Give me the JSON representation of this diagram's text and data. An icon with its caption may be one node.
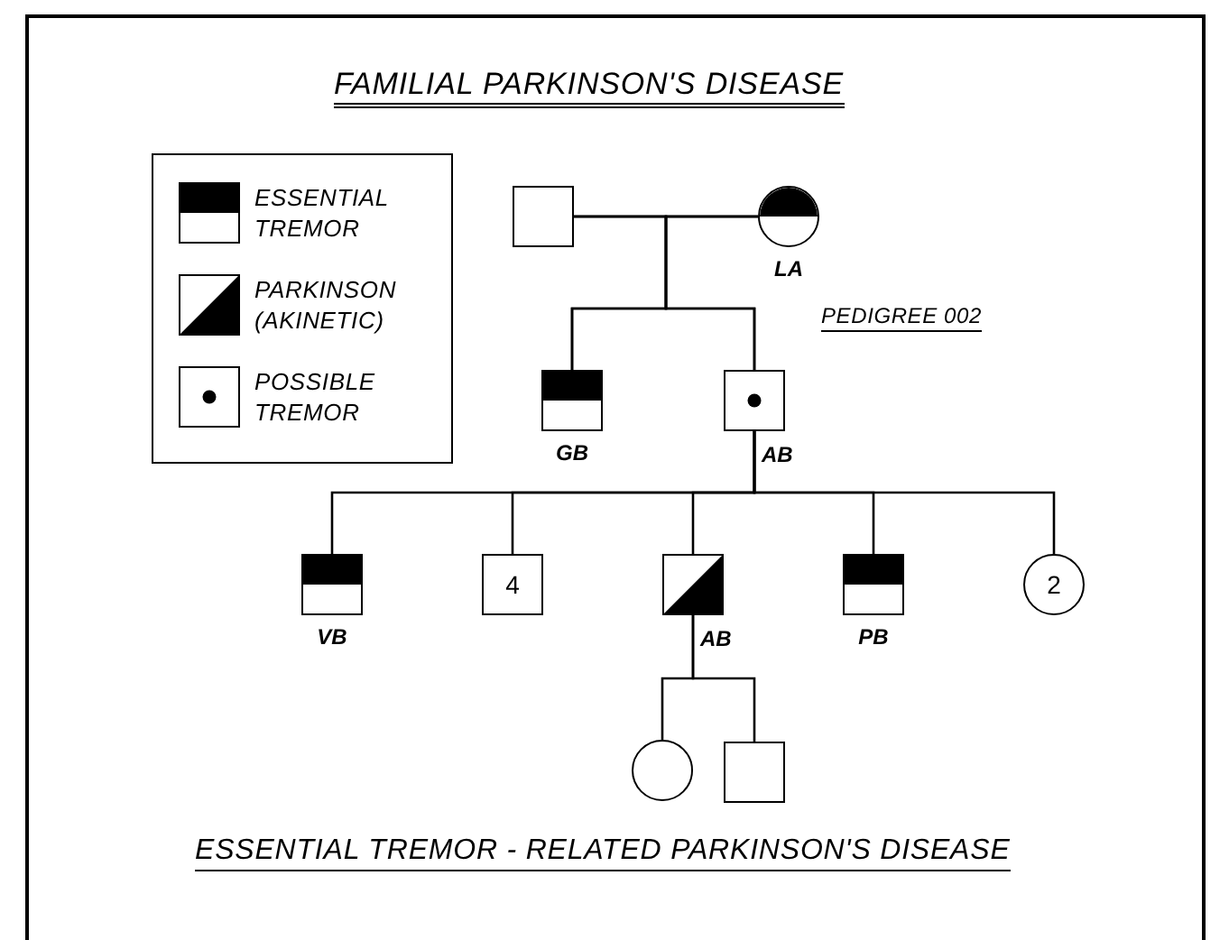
{
  "diagram": {
    "title": "FAMILIAL PARKINSON'S DISEASE",
    "caption": "ESSENTIAL TREMOR - RELATED PARKINSON'S DISEASE",
    "nodes": [
      {
        "text": [],
        "shape": "box"
      },
      {
        "text": [],
        "shape": "circle",
        "beside": [
          "LA"
        ]
      },
      {
        "text": [],
        "shape": "box",
        "beside": [
          "GB"
        ]
      },
      {
        "text": [],
        "shape": "box",
        "beside": [
          "AB"
        ]
      },
      {
        "text": [],
        "shape": "box",
        "beside": [
          "VB"
        ]
      },
      {
        "text": [
          "4"
        ]
      },
      {
        "text": [],
        "shape": "box",
        "beside": [
          "AB"
        ]
      },
      {
        "text": [],
        "shape": "box",
        "beside": [
          "PB"
        ]
      },
      {
        "text": [
          "2"
        ]
      },
      {
        "text": [],
        "shape": "circle"
      },
      {
        "text": [],
        "shape": "box"
      }
    ],
    "edges": [
      {
        "from": 0,
        "to": 1,
        "arrow": "none"
      },
      {
        "from": 0,
        "to": 2,
        "arrow": "none"
      },
      {
        "from": 1,
        "to": 2,
        "arrow": "none"
      },
      {
        "from": 0,
        "to": 3,
        "arrow": "none"
      },
      {
        "from": 1,
        "to": 3,
        "arrow": "none"
      },
      {
        "from": 3,
        "to": 4,
        "arrow": "none"
      },
      {
        "from": 3,
        "to": 5,
        "arrow": "none"
      },
      {
        "from": 3,
        "to": 6,
        "arrow": "none"
      },
      {
        "from": 3,
        "to": 7,
        "arrow": "none"
      },
      {
        "from": 3,
        "to": 8,
        "arrow": "none"
      },
      {
        "from": 6,
        "to": 9,
        "arrow": "none"
      },
      {
        "from": 6,
        "to": 10,
        "arrow": "none"
      }
    ],
    "labels": [
      "PEDIGREE 002"
    ],
    "legend": [
      {
        "text": "ESSENTIAL TREMOR"
      },
      {
        "text": "PARKINSON (AKINETIC)"
      },
      {
        "text": "POSSIBLE TREMOR"
      }
    ]
  }
}
